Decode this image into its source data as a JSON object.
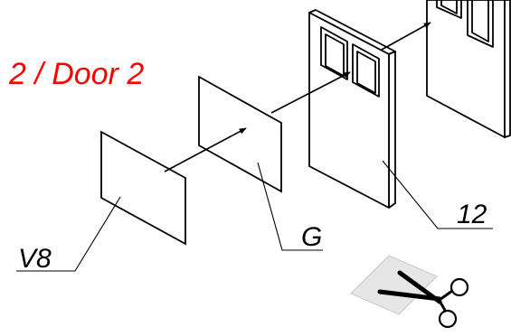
{
  "title": {
    "text": "2 / Door 2",
    "color": "#ff0000"
  },
  "labels": {
    "v8": "V8",
    "g": "G",
    "door": "12"
  },
  "icons": {
    "step": "scissors-cut-icon"
  },
  "colors": {
    "line": "#000000",
    "paper": "#e6e6e6"
  }
}
